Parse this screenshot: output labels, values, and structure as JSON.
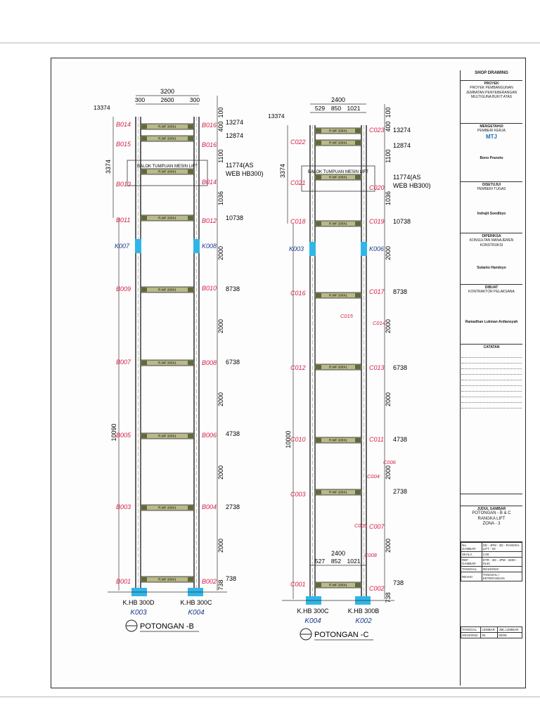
{
  "title_block": {
    "heading": "SHOP DRAWING",
    "proyek_label": "PROYEK",
    "proyek_name": "PROYEK PEMBANGUNAN JEMBATAN PENYEBERANGAN MULTIGUNA BUKIT ATAS",
    "owner_label": "MENGETAHUI",
    "owner_sub": "PEMBERI KERJA",
    "owner_logo": "MTJ",
    "owner_person": "Bono Pranoto",
    "approver_label": "DISETUJUI",
    "approver_sub": "PEMBERI TUGAS",
    "approver_person": "Indrajit Soedibyo",
    "checked_label": "DIPERIKSA",
    "checked_sub": "KONSULTAN MANAJEMEN KONSTRUKSI",
    "checked_person": "Sutanto Handoyo",
    "contractor_label": "DIBUAT",
    "contractor_sub": "KONTRAKTOR PELAKSANA",
    "contractor_person": "Ramadhan Lukman Ardiansyah",
    "notes_label": "CATATAN",
    "judul_label": "JUDUL GAMBAR",
    "judul_lines": [
      "POTONGAN - B & C",
      "RANGKA LIFT",
      "ZONA - 3"
    ],
    "meta": [
      {
        "k": "No. GAMBAR",
        "v": "SD - JPM - 3D - RANGKA LIFT - 02"
      },
      {
        "k": "SKALA",
        "v": "1:50"
      },
      {
        "k": "REF. GAMBAR",
        "v": "DTR - 3D - JPM - 3200 - 014C"
      },
      {
        "k": "TANGGAL",
        "v": "05/10/2022"
      },
      {
        "k": "REVISI",
        "v": "TANGGAL / KETERANGAN"
      }
    ],
    "footer": [
      {
        "k": "TANGGAL",
        "v": "20/10/2022"
      },
      {
        "k": "LEMBAR",
        "v": "02"
      },
      {
        "k": "JML LEMBAR",
        "v": "00/26"
      }
    ]
  },
  "section_b": {
    "caption": "POTONGAN -B",
    "top_dims": [
      "3200",
      "300",
      "2600",
      "300"
    ],
    "height_left": "3374",
    "height_total_left": "10090",
    "balok_label": "BALOK TUMPUAN MESIN LIFT",
    "right_dims": [
      "100",
      "400",
      "1100",
      "1036",
      "2000",
      "2000",
      "2000",
      "2000",
      "2000",
      "738"
    ],
    "elevations": [
      "13274",
      "12874",
      "11774(AS WEB HB300)",
      "10738",
      "8738",
      "6738",
      "4738",
      "2738",
      "738"
    ],
    "top_label": "13374",
    "level_tags_left": [
      "B014",
      "B015",
      "B013",
      "B011",
      "B009",
      "B007",
      "B005",
      "B003",
      "B001"
    ],
    "level_tags_right": [
      "B016",
      "B016",
      "B014",
      "B012",
      "B010",
      "B008",
      "B006",
      "B004",
      "B002"
    ],
    "post_tags": [
      "K007",
      "K008"
    ],
    "column_labels": [
      "K.HB 300D",
      "K.HB 300C"
    ],
    "column_tags": [
      "K003",
      "K004"
    ]
  },
  "section_c": {
    "caption": "POTONGAN -C",
    "top_dims": [
      "2400",
      "529",
      "850",
      "1021"
    ],
    "bottom_dims": [
      "2400",
      "527",
      "852",
      "1021"
    ],
    "height_left": "3374",
    "height_total_left": "10000",
    "balok_label": "BALOK TUMPUAN MESIN LIFT",
    "right_dims": [
      "100",
      "400",
      "1100",
      "1036",
      "2000",
      "2000",
      "2000",
      "2000",
      "2000",
      "738"
    ],
    "elevations": [
      "13274",
      "12874",
      "11774(AS WEB HB300)",
      "10738",
      "8738",
      "6738",
      "4738",
      "2738",
      "738"
    ],
    "top_label": "13374",
    "level_tags_left": [
      "C022",
      "C021",
      "C018",
      "C016",
      "C012",
      "C010",
      "C003",
      "C001"
    ],
    "level_tags_right": [
      "C023",
      "C020",
      "C019",
      "C017",
      "C013",
      "C011",
      "C007",
      "C002"
    ],
    "extra_tags": [
      "C014",
      "C015",
      "C004",
      "C005",
      "C006",
      "C008"
    ],
    "post_tags": [
      "K003",
      "K006"
    ],
    "column_labels": [
      "K.HB 300C",
      "K.HB 300B"
    ],
    "column_tags": [
      "K004",
      "K002"
    ]
  }
}
